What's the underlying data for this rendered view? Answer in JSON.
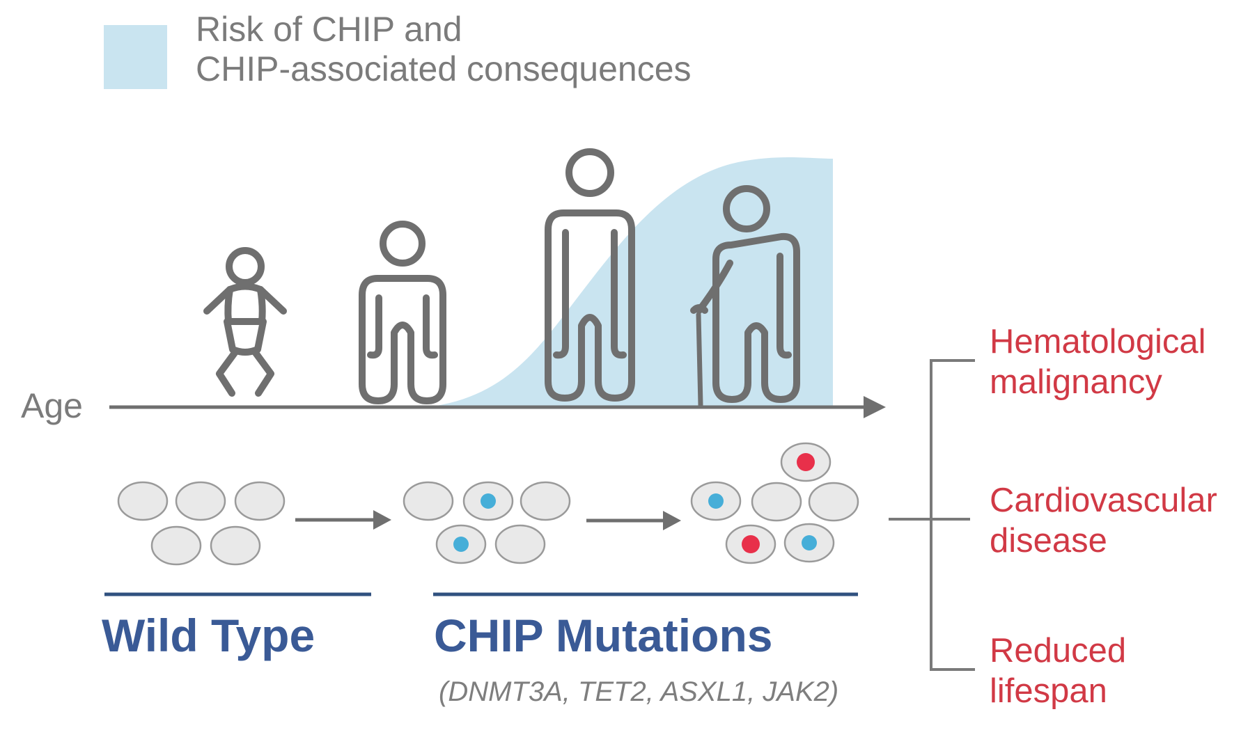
{
  "legend": {
    "swatch_color": "#c9e4f0",
    "label": "Risk of CHIP and\nCHIP-associated consequences"
  },
  "axis": {
    "label": "Age"
  },
  "life_stages": [
    "baby",
    "young adult",
    "adult",
    "elderly person with cane"
  ],
  "groups": {
    "wild_type": {
      "label": "Wild Type",
      "cells_total": 5,
      "blue_mutated_cells": 0,
      "red_mutated_cells": 0
    },
    "chip_mutations": {
      "label": "CHIP Mutations",
      "genes": "(DNMT3A, TET2, ASXL1, JAK2)",
      "cells_total": 5,
      "blue_mutated_cells": 2,
      "red_mutated_cells": 0
    },
    "clonal_expansion": {
      "cells_total": 6,
      "blue_mutated_cells": 2,
      "red_mutated_cells": 2
    }
  },
  "consequences": [
    {
      "label": "Hematological\nmalignancy"
    },
    {
      "label": "Cardiovascular\ndisease"
    },
    {
      "label": "Reduced\nlifespan"
    }
  ],
  "colors": {
    "risk_area": "#c9e4f0",
    "figure_gray": "#6f6f6f",
    "text_gray": "#7b7b7b",
    "navy": "#3a5a96",
    "underline_navy": "#30517f",
    "consequence_red": "#d13945",
    "blue_dot": "#46aed8",
    "red_dot": "#e8304a",
    "cell_fill": "#e9e9e9",
    "cell_stroke": "#9a9a9a"
  }
}
